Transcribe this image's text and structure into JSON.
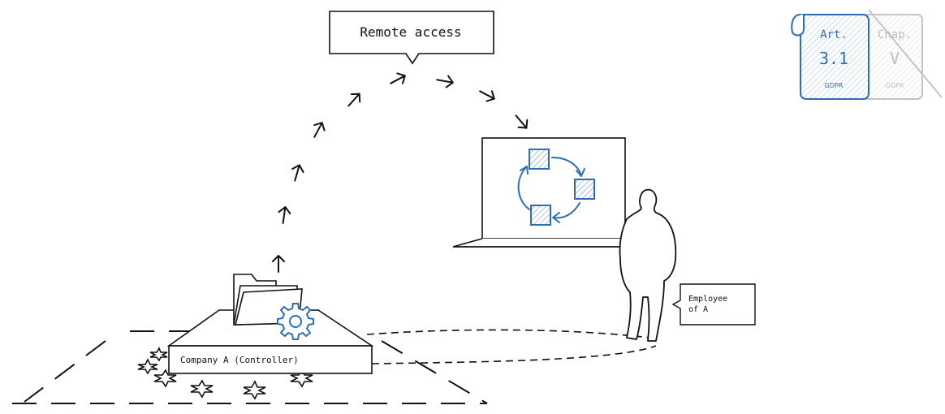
{
  "callouts": {
    "remote_access": "Remote access",
    "employee_line1": "Employee",
    "employee_line2": "of A",
    "company": "Company A (Controller)"
  },
  "cards": {
    "article": {
      "heading": "Art.",
      "number": "3.1",
      "footer": "GDPR"
    },
    "chapter": {
      "heading": "Chap.",
      "number": "V",
      "footer": "GDPR"
    }
  },
  "colors": {
    "ink": "#111111",
    "accent": "#2e6db4",
    "muted": "#b8b8b8"
  },
  "icons": [
    "gear-icon",
    "folder-icon",
    "laptop-icon",
    "person-icon",
    "star-icon",
    "arrow-icon",
    "cycle-icon"
  ]
}
